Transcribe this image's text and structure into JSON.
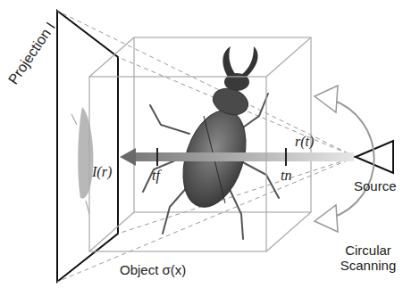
{
  "diagram": {
    "labels": [
      "Projection I",
      "I(r)",
      "tf",
      "tn",
      "r(t)",
      "Source",
      "Circular Scanning",
      "Object σ(x)"
    ]
  }
}
